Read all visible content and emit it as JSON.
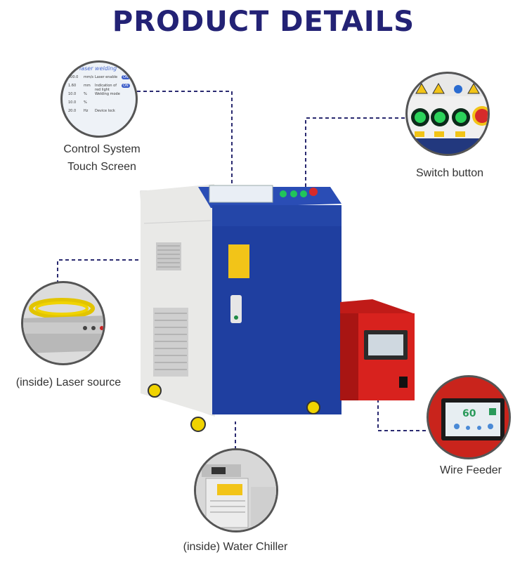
{
  "title": "PRODUCT DETAILS",
  "labels": {
    "control": [
      "Control System",
      "Touch Screen"
    ],
    "switch": "Switch button",
    "laser": "(inside) Laser source",
    "wire": "Wire Feeder",
    "chiller": "(inside) Water Chiller"
  },
  "screen_panel": {
    "header": "laser welding",
    "rows": [
      {
        "value": "100.0",
        "unit": "mm/s",
        "name": "Laser enable",
        "state": "ON"
      },
      {
        "value": "1.60",
        "unit": "mm",
        "name": "Indication of red light",
        "state": "ON"
      },
      {
        "value": "10.0",
        "unit": "%",
        "name": "Welding mode",
        "state": ""
      },
      {
        "value": "10.0",
        "unit": "%",
        "name": "",
        "state": ""
      },
      {
        "value": "20.0",
        "unit": "Hz",
        "name": "Device lock",
        "state": ""
      }
    ]
  },
  "wire_feeder_display": "60",
  "colors": {
    "title": "#232275",
    "cabinet_blue": "#1f3fa0",
    "cabinet_white": "#e9e9e9",
    "feeder_red": "#d8221e",
    "dash_line": "#2a2a70",
    "button_green": "#2bd35a",
    "estop_red": "#d62a2a"
  }
}
